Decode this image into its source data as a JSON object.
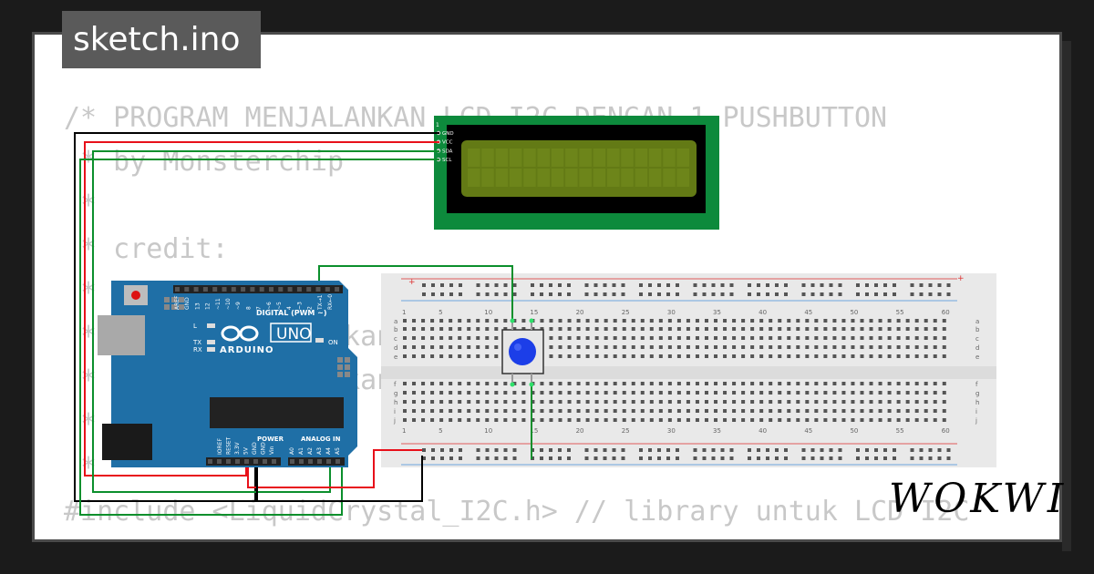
{
  "tab": {
    "title": "sketch.ino"
  },
  "code_lines": [
    "/* PROGRAM MENJALANKAN LCD I2C DENGAN 1 PUSHBUTTON",
    " * by Monsterchip",
    " *",
    " * credit:",
    " *",
    " * mengatur jalankan LCD I2C dengan pushbutton 1",
    " * untuk menjalankan LCD I2C dengan pushbutton dan",
    " *",
    " *",
    "#include <LiquidCrystal_I2C.h> // library untuk LCD I2C"
  ],
  "lcd": {
    "pins": [
      "GND",
      "VCC",
      "SDA",
      "SCL"
    ],
    "pin1_label": "1"
  },
  "arduino": {
    "brand": "ARDUINO",
    "model": "UNO",
    "digital_label": "DIGITAL (PWM ~)",
    "digital_pins": [
      "AREF",
      "GND",
      "13",
      "12",
      "~11",
      "~10",
      "~9",
      "8",
      "7",
      "~6",
      "~5",
      "4",
      "~3",
      "2",
      "TX→1",
      "RX←0"
    ],
    "power_label": "POWER",
    "power_pins": [
      "IOREF",
      "RESET",
      "3.3V",
      "5V",
      "GND",
      "GND",
      "Vin"
    ],
    "analog_label": "ANALOG IN",
    "analog_pins": [
      "A0",
      "A1",
      "A2",
      "A3",
      "A4",
      "A5"
    ],
    "leds": [
      "L",
      "TX",
      "RX"
    ],
    "on_label": "ON"
  },
  "breadboard": {
    "column_labels": [
      "1",
      "5",
      "10",
      "15",
      "20",
      "25",
      "30",
      "35",
      "40",
      "45",
      "50",
      "55",
      "60"
    ],
    "rows_top": [
      "a",
      "b",
      "c",
      "d",
      "e"
    ],
    "rows_bottom": [
      "f",
      "g",
      "h",
      "i",
      "j"
    ],
    "rail_plus": "+",
    "rail_minus": "−"
  },
  "pushbutton": {
    "color": "#1c3ee8"
  },
  "wire_colors": {
    "black": "#000000",
    "red": "#e8101a",
    "green": "#0b8f2c",
    "darkgreen": "#0a7a2a"
  },
  "brand_logo": "WOKWI"
}
